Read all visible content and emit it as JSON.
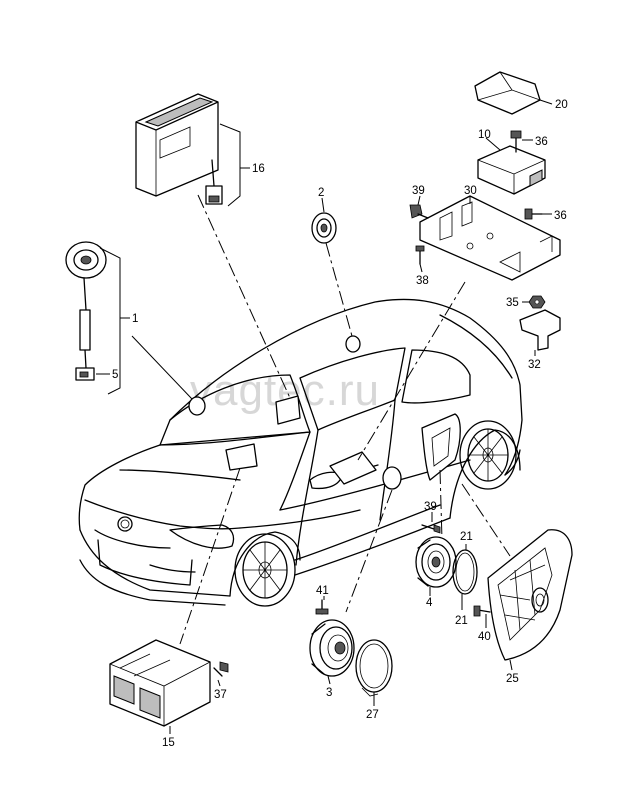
{
  "watermark": "vagtec.ru",
  "callouts": [
    {
      "id": "20",
      "label": "20"
    },
    {
      "id": "10",
      "label": "10"
    },
    {
      "id": "36a",
      "label": "36"
    },
    {
      "id": "16",
      "label": "16"
    },
    {
      "id": "2",
      "label": "2"
    },
    {
      "id": "39a",
      "label": "39"
    },
    {
      "id": "30",
      "label": "30"
    },
    {
      "id": "36b",
      "label": "36"
    },
    {
      "id": "38",
      "label": "38"
    },
    {
      "id": "35",
      "label": "35"
    },
    {
      "id": "32",
      "label": "32"
    },
    {
      "id": "1",
      "label": "1"
    },
    {
      "id": "5",
      "label": "5"
    },
    {
      "id": "39b",
      "label": "39"
    },
    {
      "id": "21a",
      "label": "21"
    },
    {
      "id": "21b",
      "label": "21"
    },
    {
      "id": "4",
      "label": "4"
    },
    {
      "id": "40",
      "label": "40"
    },
    {
      "id": "25",
      "label": "25"
    },
    {
      "id": "41",
      "label": "41"
    },
    {
      "id": "3",
      "label": "3"
    },
    {
      "id": "27",
      "label": "27"
    },
    {
      "id": "37",
      "label": "37"
    },
    {
      "id": "15",
      "label": "15"
    }
  ]
}
